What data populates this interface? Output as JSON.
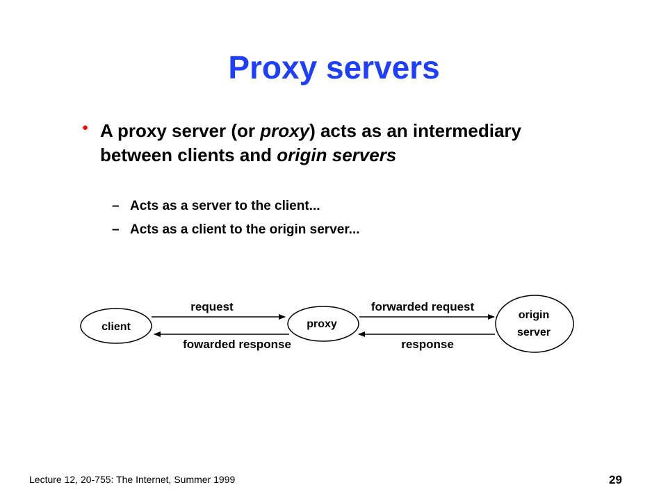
{
  "slide": {
    "title": "Proxy servers",
    "bullet": {
      "text_start": "A proxy server (or ",
      "text_em1": "proxy",
      "text_mid": ") acts as an intermediary between clients and ",
      "text_em2": "origin servers",
      "subpoints": [
        "Acts as a server to the client...",
        "Acts as a client to the origin server..."
      ]
    },
    "diagram": {
      "nodes": {
        "client": "client",
        "proxy": "proxy",
        "origin_line1": "origin",
        "origin_line2": "server"
      },
      "edges": {
        "request": "request",
        "forwarded_request": "forwarded request",
        "fowarded_response": "fowarded response",
        "response": "response"
      }
    },
    "footer": "Lecture 12, 20-755: The Internet, Summer 1999",
    "page_number": "29"
  },
  "colors": {
    "title": "#1f3fff",
    "bullet": "#ff0000",
    "text": "#000000"
  }
}
